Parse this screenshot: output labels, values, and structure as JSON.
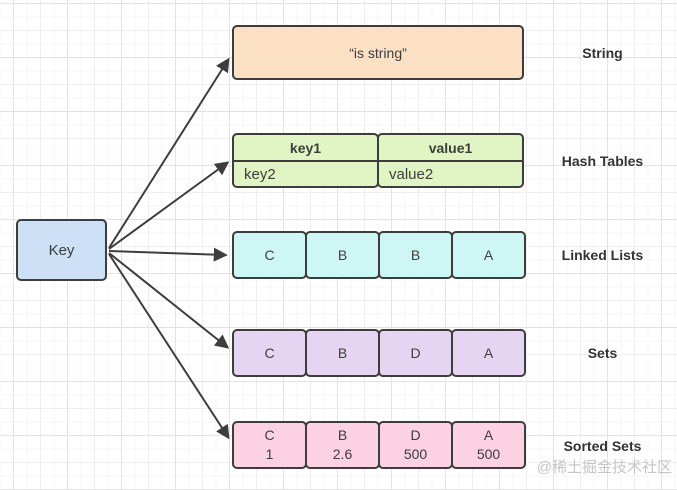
{
  "key": {
    "label": "Key"
  },
  "string": {
    "label": "String",
    "value": "“is string”"
  },
  "hash": {
    "label": "Hash Tables",
    "col1": {
      "header": "key1",
      "cell": "key2"
    },
    "col2": {
      "header": "value1",
      "cell": "value2"
    }
  },
  "linked": {
    "label": "Linked Lists",
    "cells": [
      "C",
      "B",
      "B",
      "A"
    ]
  },
  "sets": {
    "label": "Sets",
    "cells": [
      "C",
      "B",
      "D",
      "A"
    ]
  },
  "sorted": {
    "label": "Sorted Sets",
    "cells": [
      {
        "member": "C",
        "score": "1"
      },
      {
        "member": "B",
        "score": "2.6"
      },
      {
        "member": "D",
        "score": "500"
      },
      {
        "member": "A",
        "score": "500"
      }
    ]
  },
  "watermark": "@稀土掘金技术社区",
  "colors": {
    "key_fill": "#cce0f6",
    "string_fill": "#fce0c4",
    "hash_fill": "#e1f5c4",
    "linked_fill": "#cef6f5",
    "sets_fill": "#e5d5f3",
    "sorted_fill": "#fcd1e2",
    "border": "#3d3d3d",
    "arrow": "#3d3d3d",
    "label_text": "#333333",
    "watermark_text": "#c6c6c6"
  }
}
